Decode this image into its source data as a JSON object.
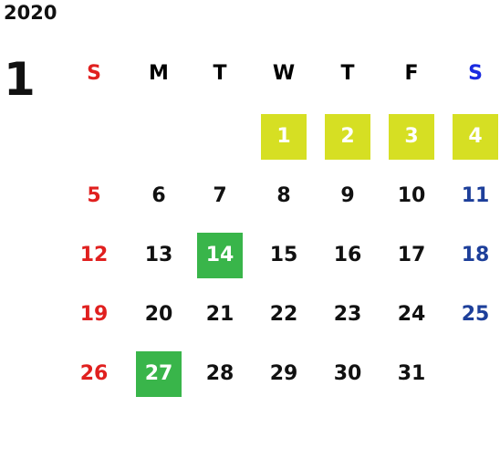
{
  "calendar": {
    "year": "2020",
    "month": "1",
    "weekdays": [
      "S",
      "M",
      "T",
      "W",
      "T",
      "F",
      "S"
    ],
    "weeks": [
      [
        "",
        "",
        "",
        "1",
        "2",
        "3",
        "4"
      ],
      [
        "5",
        "6",
        "7",
        "8",
        "9",
        "10",
        "11"
      ],
      [
        "12",
        "13",
        "14",
        "15",
        "16",
        "17",
        "18"
      ],
      [
        "19",
        "20",
        "21",
        "22",
        "23",
        "24",
        "25"
      ],
      [
        "26",
        "27",
        "28",
        "29",
        "30",
        "31",
        ""
      ]
    ],
    "highlighted_yellow": [
      "1",
      "2",
      "3",
      "4"
    ],
    "highlighted_green": [
      "14",
      "27"
    ]
  },
  "colors": {
    "sunday": "#e0201f",
    "saturday": "#1d3f9a",
    "saturday_header": "#1a2ae0",
    "highlight_yellow": "#d6df23",
    "highlight_green": "#39b54a",
    "text": "#111111"
  }
}
